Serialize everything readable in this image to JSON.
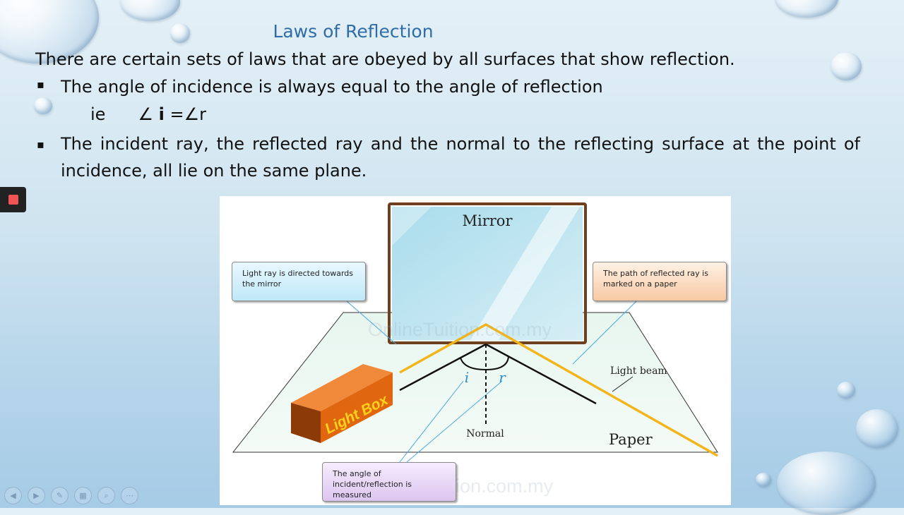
{
  "slide": {
    "title": "Laws of Reflection",
    "intro": "There are certain sets of laws that are obeyed by all surfaces that show reflection.",
    "bullet_mark": "▪",
    "bullets": [
      "The angle of incidence is always equal to the angle of reflection",
      "The incident ray, the reflected ray and the normal to the reflecting surface at the point of incidence, all lie on the same plane."
    ],
    "formula": {
      "ie": "ie",
      "angle_i_symbol": "∠",
      "angle_i": "i",
      "rest": " =∠r"
    }
  },
  "figure": {
    "mirror_label": "Mirror",
    "light_box_label": "Light Box",
    "incident_angle_label": "i",
    "reflected_angle_label": "r",
    "normal_label": "Normal",
    "light_beam_label": "Light beam",
    "paper_label": "Paper",
    "watermark": "OnlineTuition.com.my",
    "callouts": {
      "left": "Light ray is directed towards the mirror",
      "right": "The path of reflected ray is marked on a paper",
      "bottom": "The angle of incident/reflection is measured"
    },
    "colors": {
      "beam": "#f2b51c",
      "light_box": "#e0670f",
      "label_blue": "#2a8fd0",
      "mirror_frame": "#6e4020"
    }
  },
  "recorder": {
    "icon": "stop-record-icon"
  },
  "toolbar": {
    "buttons": [
      {
        "name": "previous-slide-icon",
        "glyph": "◀"
      },
      {
        "name": "next-slide-icon",
        "glyph": "▶"
      },
      {
        "name": "pen-icon",
        "glyph": "✎"
      },
      {
        "name": "slides-grid-icon",
        "glyph": "▦"
      },
      {
        "name": "zoom-icon",
        "glyph": "⌕"
      },
      {
        "name": "more-options-icon",
        "glyph": "⋯"
      }
    ]
  }
}
